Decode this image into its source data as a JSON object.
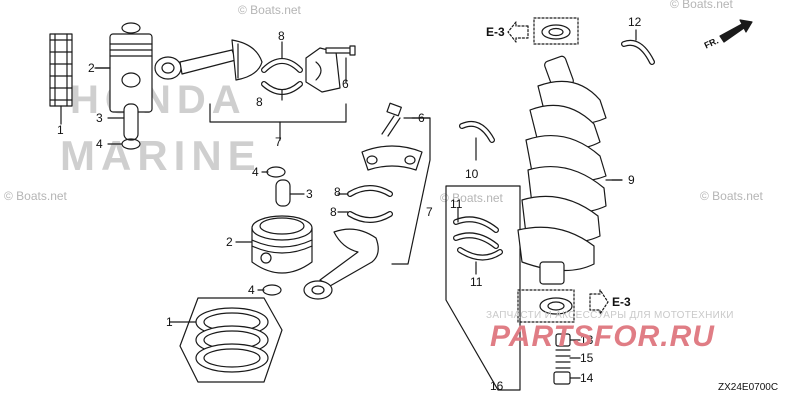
{
  "callouts": {
    "c1a": "1",
    "c2a": "2",
    "c3a": "3",
    "c4a": "4",
    "c8a": "8",
    "c8b": "8",
    "c6a": "6",
    "c7a": "7",
    "c6b": "6",
    "c10": "10",
    "c12": "12",
    "c9": "9",
    "c4b": "4",
    "c3b": "3",
    "c8c": "8",
    "c8d": "8",
    "c7b": "7",
    "c2b": "2",
    "c11a": "11",
    "c11b": "11",
    "c4c": "4",
    "c1b": "1",
    "c13": "13",
    "c15": "15",
    "c14": "14",
    "c16": "16"
  },
  "references": {
    "e3_top": "E-3",
    "e3_bottom": "E-3"
  },
  "direction_label": "FR.",
  "diagram_code": "ZX24E0700C",
  "watermarks": {
    "boats_net": "© Boats.net",
    "honda": "HONDA",
    "marine": "MARINE",
    "shop_tagline": "ЗАПЧАСТИ И АКСЕССУАРЫ ДЛЯ МОТОТЕХНИКИ",
    "shop_brand": "PARTSFOR.RU"
  },
  "colors": {
    "line": "#1a1a1a",
    "shop_red": "#e07d85",
    "watermark_gray": "#cfcfcf"
  }
}
